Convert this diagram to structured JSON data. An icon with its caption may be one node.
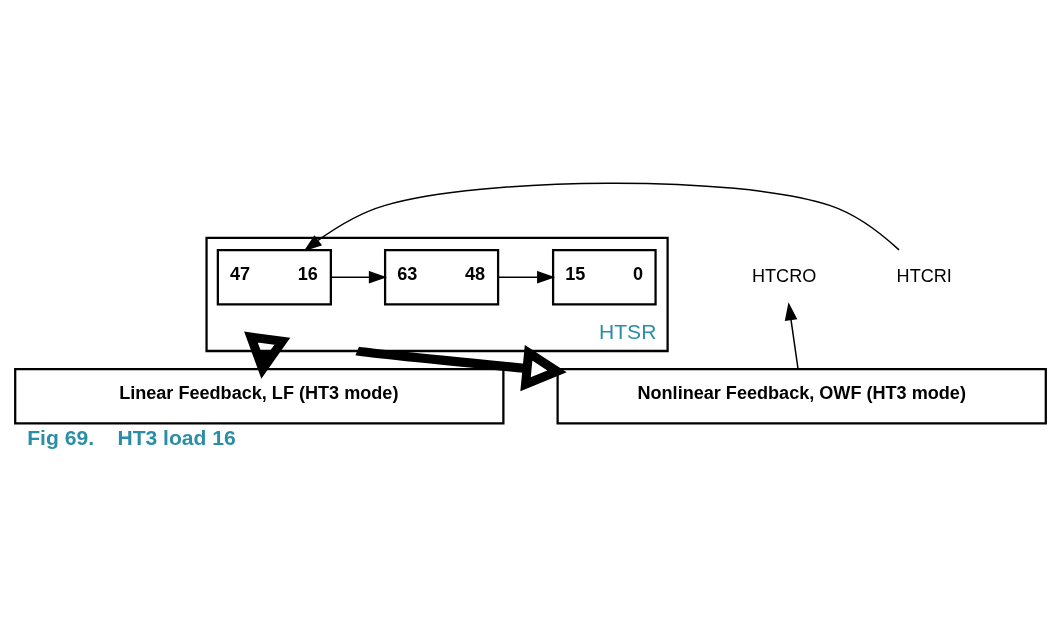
{
  "diagram": {
    "caption": "Fig 69.    HT3 load 16",
    "nodes": [
      {
        "text": [
          "Linear Feedback, LF (HT3 mode)"
        ]
      },
      {
        "text": [
          "HTSR"
        ]
      },
      {
        "text": [
          "63",
          "48"
        ],
        "in": 1
      },
      {
        "text": [
          "47",
          "16"
        ],
        "in": 1
      },
      {
        "text": [
          "15",
          "0"
        ],
        "in": 1
      },
      {
        "text": [
          "Nonlinear Feedback, OWF (HT3 mode)"
        ]
      },
      {
        "text": [
          "HTCRI"
        ]
      },
      {
        "text": [
          "HTCRO"
        ]
      }
    ],
    "edges": [
      {
        "from": 1,
        "to": 0,
        "arrow": "to",
        "style": "thick"
      },
      {
        "from": 1,
        "to": 5,
        "arrow": "to",
        "style": "thick"
      },
      {
        "from": 3,
        "to": 2,
        "arrow": "to"
      },
      {
        "from": 6,
        "to": 3,
        "arrow": "to"
      },
      {
        "from": 2,
        "to": 4,
        "arrow": "to"
      },
      {
        "from": 5,
        "to": 7,
        "arrow": "to"
      }
    ]
  }
}
